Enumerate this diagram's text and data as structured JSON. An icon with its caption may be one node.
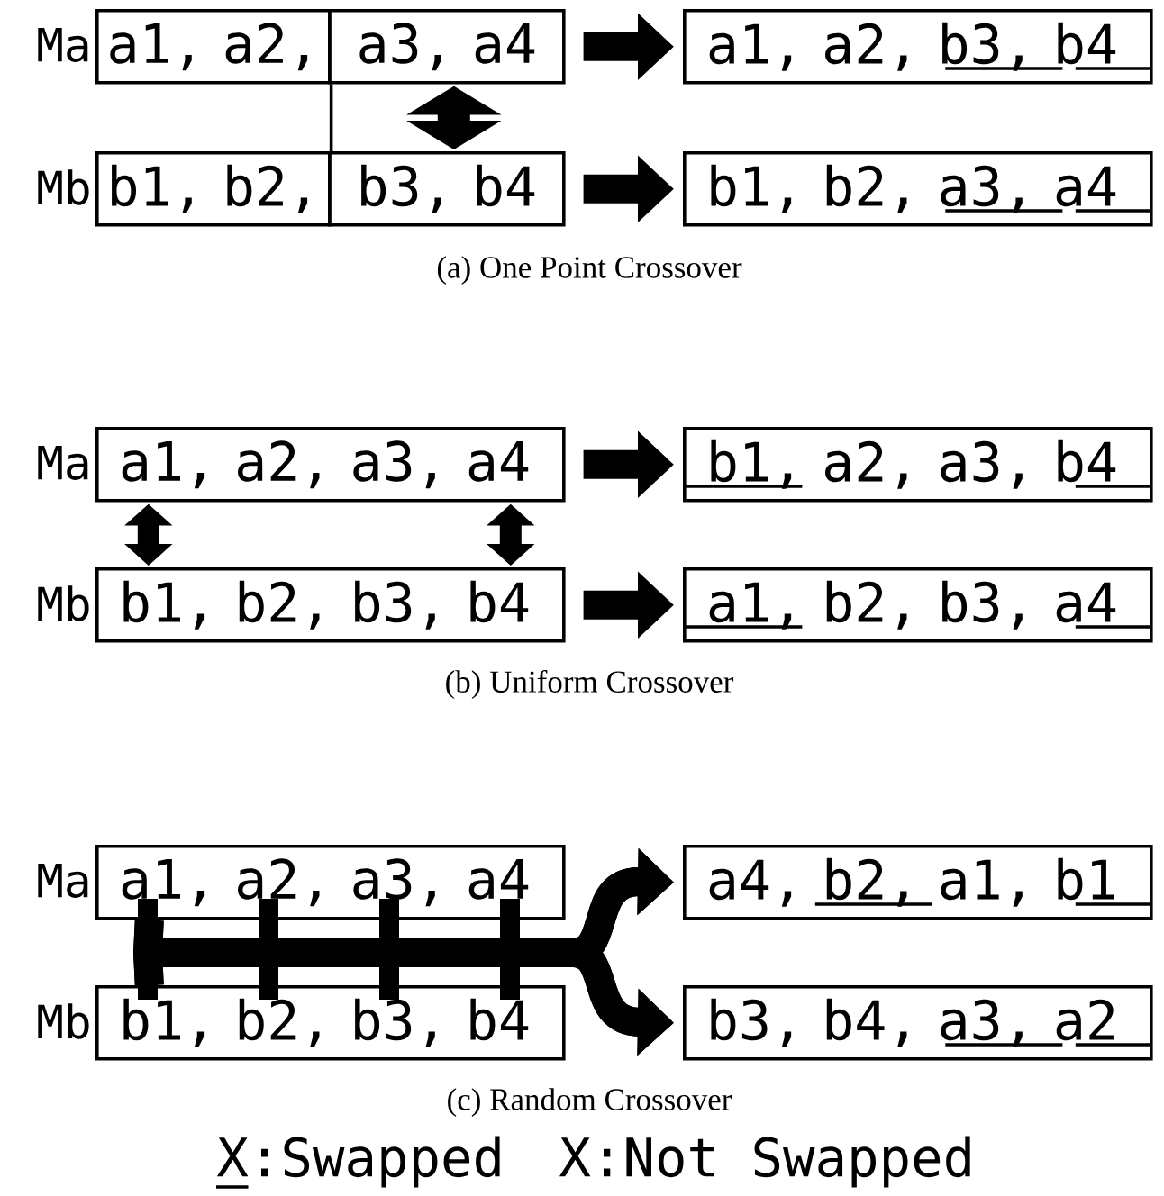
{
  "diagram": {
    "nodes": [
      {
        "text": [
          "a1, a2,"
        ]
      },
      {
        "text": [
          "a3, a4"
        ]
      },
      {
        "text": [
          "a1, a2, b3, b4"
        ]
      },
      {
        "text": [
          "b1, b2,"
        ]
      },
      {
        "text": [
          "b3, b4"
        ]
      },
      {
        "text": [
          "b1, b2, a3, a4"
        ]
      },
      {
        "text": [
          "a1, a2, a3, a4"
        ]
      },
      {
        "text": [
          "b1, a2, a3, b4"
        ]
      },
      {
        "text": [
          "b1, b2, b3, b4"
        ]
      },
      {
        "text": [
          "a1, b2, b3, a4"
        ]
      },
      {
        "text": [
          "a1, a2, a3, a4"
        ]
      },
      {
        "text": [
          "a4, b2, a1, b1"
        ]
      },
      {
        "text": [
          "b1, b2, b3, b4"
        ]
      },
      {
        "text": [
          "b3, b4, a3, a2"
        ]
      }
    ],
    "edges": [
      {
        "from": 1,
        "to": 2,
        "arrow": "to"
      },
      {
        "from": 4,
        "to": 5,
        "arrow": "to"
      },
      {
        "from": 1,
        "to": 4,
        "arrow": "both"
      },
      {
        "from": 6,
        "to": 7,
        "arrow": "to"
      },
      {
        "from": 8,
        "to": 9,
        "arrow": "to"
      },
      {
        "from": 6,
        "to": 8,
        "arrow": "both"
      },
      {
        "from": 6,
        "to": 8,
        "arrow": "both"
      },
      {
        "from": 10,
        "to": 11,
        "arrow": "to"
      },
      {
        "from": 10,
        "to": 13,
        "arrow": "to"
      },
      {
        "from": 12,
        "to": 11,
        "arrow": "to"
      },
      {
        "from": 12,
        "to": 13,
        "arrow": "to"
      },
      {
        "from": 0,
        "to": 3,
        "arrow": "none"
      }
    ],
    "labels": [
      "Ma",
      "Mb",
      "(a) One Point Crossover",
      "Ma",
      "Mb",
      "(b) Uniform Crossover",
      "Ma",
      "Mb",
      "(c) Random Crossover"
    ],
    "legend": [
      {
        "text": "X:Swapped"
      },
      {
        "text": "X:Not Swapped"
      }
    ]
  }
}
